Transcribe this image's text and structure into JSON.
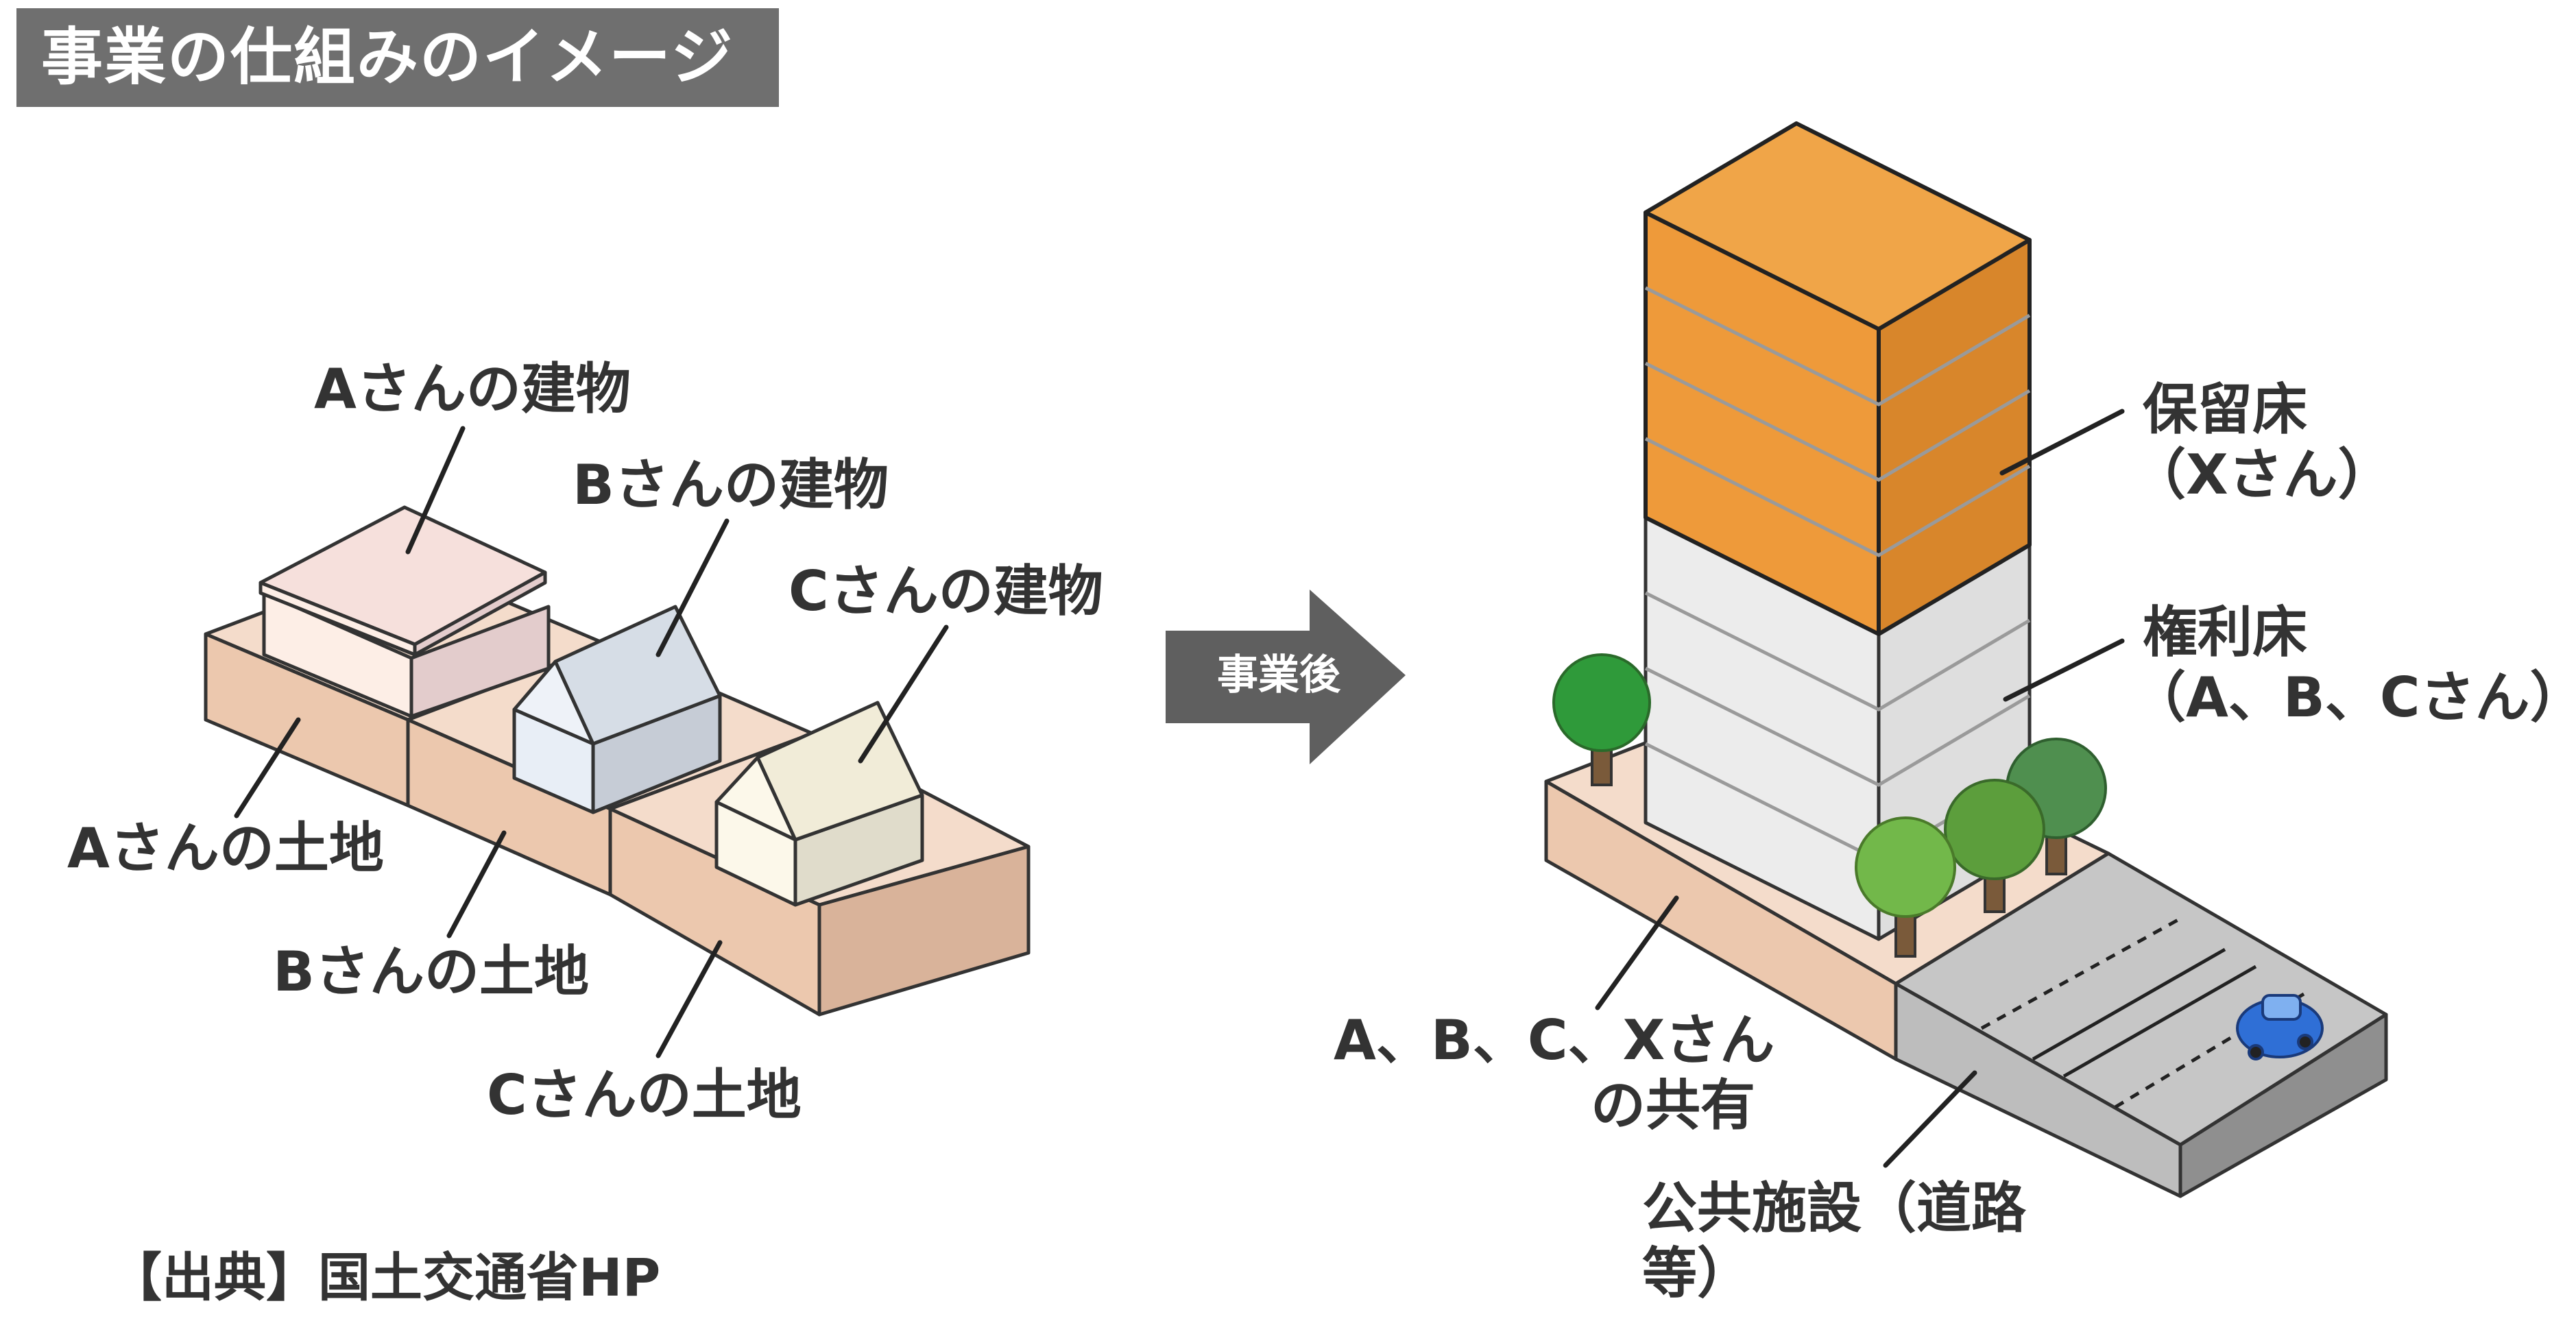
{
  "title": "事業の仕組みのイメージ",
  "before": {
    "building_a": "Aさんの建物",
    "building_b": "Bさんの建物",
    "building_c": "Cさんの建物",
    "land_a": "Aさんの土地",
    "land_b": "Bさんの土地",
    "land_c": "Cさんの土地"
  },
  "arrow_label": "事業後",
  "after": {
    "reserved_floor_line1": "保留床",
    "reserved_floor_line2": "（Xさん）",
    "rights_floor_line1": "権利床",
    "rights_floor_line2": "（A、B、Cさん）",
    "shared_line1": "A、B、C、Xさん",
    "shared_line2": "の共有",
    "public_line1": "公共施設（道路",
    "public_line2": "等）"
  },
  "source": "【出典】国土交通省HP",
  "colors": {
    "title_bg": "#6f6f6f",
    "land_top": "#f2d6c3",
    "land_side": "#e9c8b0",
    "reserved_orange": "#ee9a3a",
    "rights_gray": "#ececec",
    "road_gray": "#bdbdbd",
    "tree_green": "#3d9b3d",
    "car_blue": "#2f6fd6",
    "arrow_gray": "#5f5f5f"
  }
}
